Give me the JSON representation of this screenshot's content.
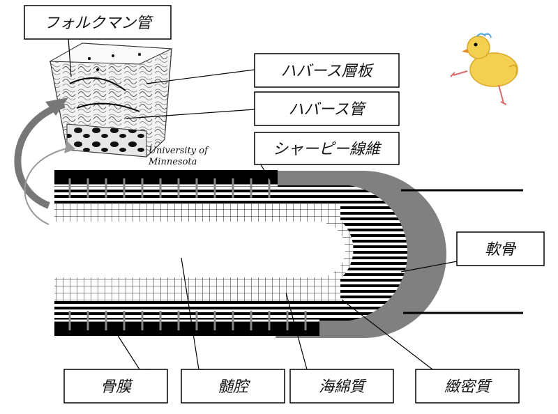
{
  "labels": {
    "volkmann_canal": "フォルクマン管",
    "haversian_lamella": "ハバース層板",
    "haversian_canal": "ハバース管",
    "sharpey_fibers": "シャーピー線維",
    "cartilage": "軟骨",
    "periosteum": "骨膜",
    "marrow_cavity": "髄腔",
    "spongy_bone": "海綿質",
    "compact_bone": "緻密質"
  },
  "credit": {
    "line1": "University of",
    "line2": "Minnesota"
  },
  "icons": {
    "mascot": "chick-doodle-icon",
    "bone_block": "osteon-block-illustration"
  },
  "colors": {
    "black": "#000000",
    "gray": "#808080",
    "light_gray": "#c8c8c8",
    "chick_yellow": "#f3cf52"
  }
}
